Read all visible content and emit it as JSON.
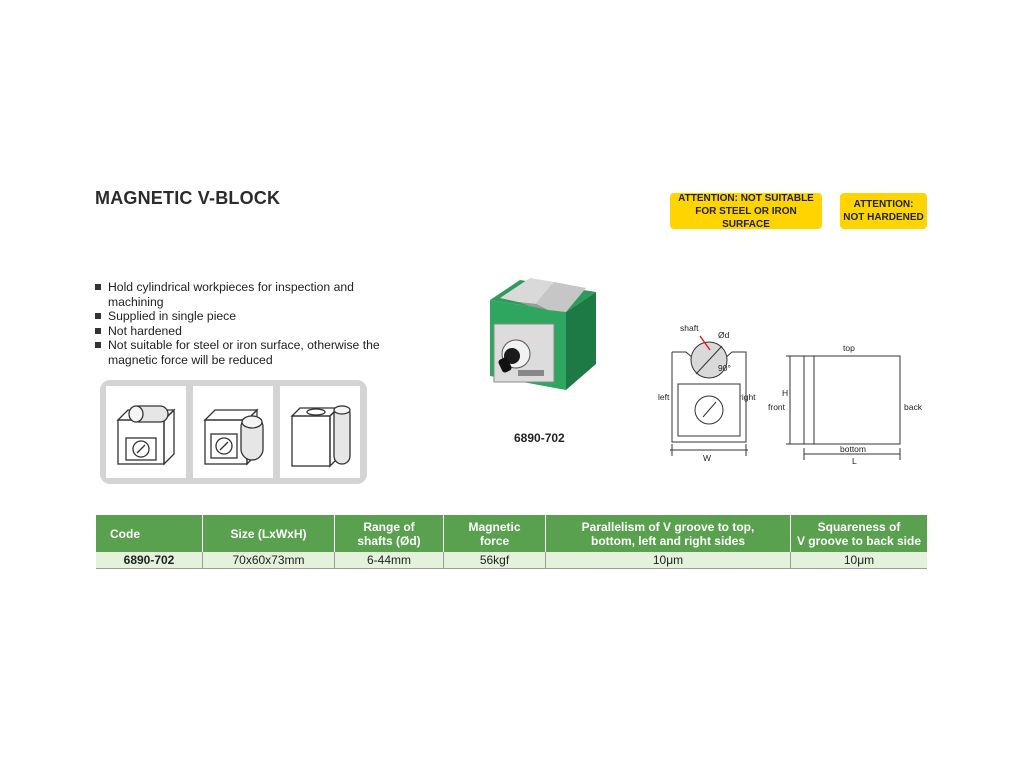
{
  "title": "MAGNETIC V-BLOCK",
  "attention": {
    "badge1_line1": "ATTENTION: NOT SUITABLE",
    "badge1_line2": "FOR STEEL OR IRON SURFACE",
    "badge2_line1": "ATTENTION:",
    "badge2_line2": "NOT HARDENED"
  },
  "features": [
    "Hold cylindrical workpieces for inspection and machining",
    "Supplied in single piece",
    "Not hardened",
    "Not suitable for steel or iron surface, otherwise the magnetic force will be reduced"
  ],
  "product_label": "6890-702",
  "diagram": {
    "shaft": "shaft",
    "d": "Ød",
    "angle": "90°",
    "left": "left",
    "right": "right",
    "w": "W",
    "top": "top",
    "h": "H",
    "front": "front",
    "back": "back",
    "bottom": "bottom",
    "l": "L"
  },
  "colors": {
    "green": "#5aa14f",
    "light_green": "#e4f1db",
    "badge": "#ffd400"
  },
  "table": {
    "headers": [
      [
        "Code"
      ],
      [
        "Size (LxWxH)"
      ],
      [
        "Range of",
        "shafts (Ød)"
      ],
      [
        "Magnetic",
        "force"
      ],
      [
        "Parallelism of V groove to top,",
        "bottom, left and right sides"
      ],
      [
        "Squareness of",
        "V groove to back side"
      ]
    ],
    "rows": [
      [
        "6890-702",
        "70x60x73mm",
        "6-44mm",
        "56kgf",
        "10μm",
        "10μm"
      ]
    ]
  }
}
